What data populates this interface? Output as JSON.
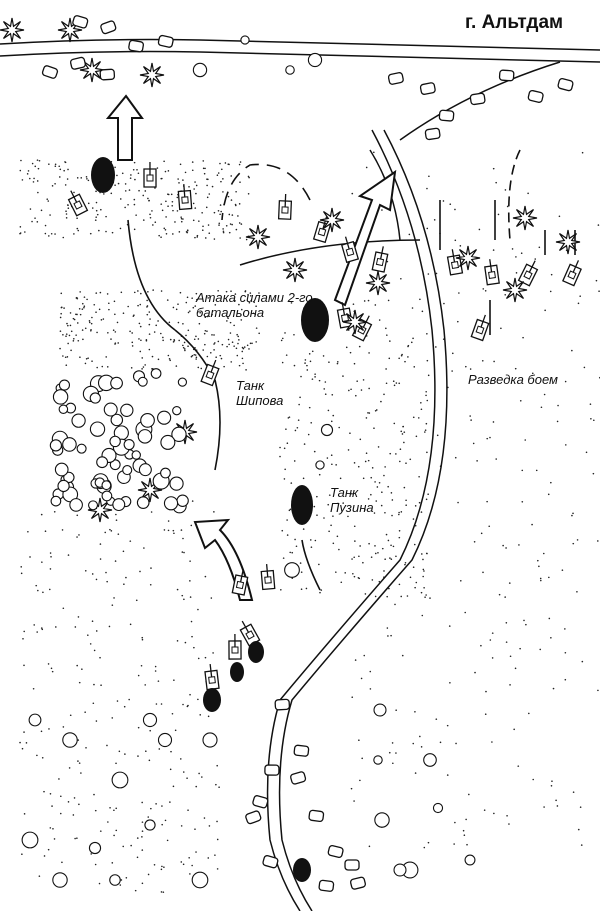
{
  "city_label": "г. Альтдам",
  "labels": {
    "attack": "Атака силами 2-го батальона",
    "shipov_tank": "Танк Шипова",
    "puzin_tank": "Танк Пузина",
    "recon": "Разведка боем"
  },
  "colors": {
    "ink": "#111111",
    "paper": "#ffffff"
  }
}
